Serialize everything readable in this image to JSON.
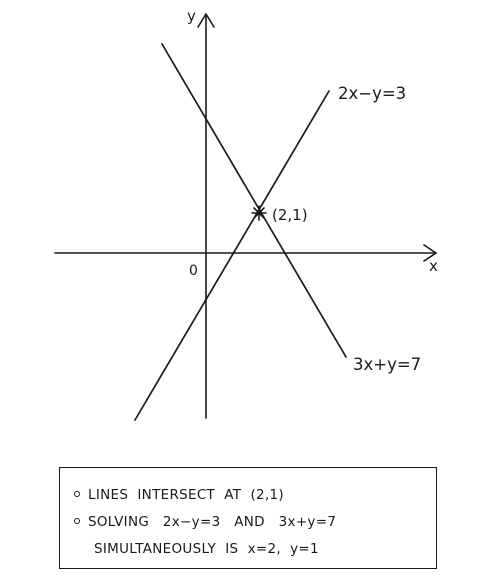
{
  "diagram": {
    "x_axis_label": "x",
    "y_axis_label": "y",
    "origin_label": "0",
    "line_1_label": "2x−y=3",
    "line_2_label": "3x+y=7",
    "intersection_label": "(2,1)",
    "line_color": "#1a1a1a"
  },
  "notes": {
    "bullet_1": "LINES  INTERSECT  AT  (2,1)",
    "bullet_2": "SOLVING   2x−y=3   AND   3x+y=7",
    "bullet_2_cont": "SIMULTANEOUSLY  IS  x=2,  y=1"
  }
}
